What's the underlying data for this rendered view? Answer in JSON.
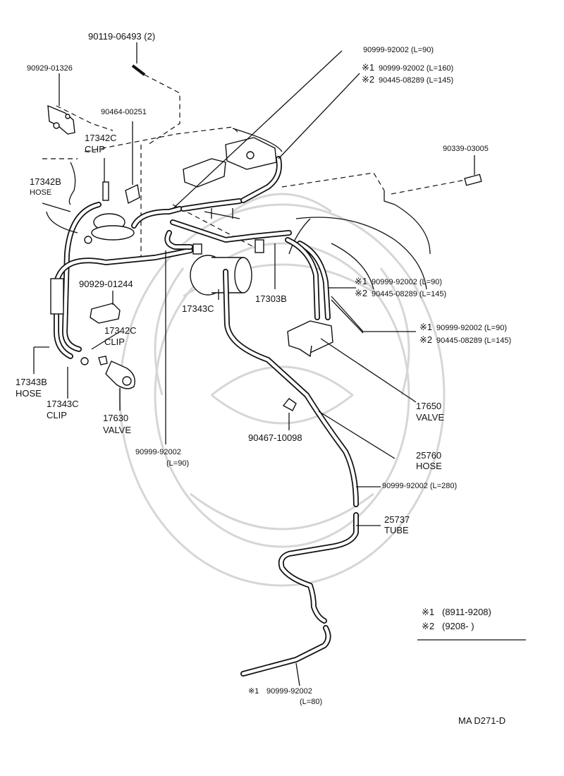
{
  "labels": {
    "bolt": "90119-06493 (2)",
    "hose_top": "90999-92002 (L=90)",
    "hose_top_s1": "90999-92002 (L=160)",
    "hose_top_s2": "90445-08289 (L=145)",
    "bracket": "90929-01326",
    "clip_top_part": "90464-00251",
    "clip_top_no": "17342C",
    "clip_top_name": "CLIP",
    "hose_left_no": "17342B",
    "hose_left_name": "HOSE",
    "plug": "90339-03005",
    "bracket2": "90929-01244",
    "clip_mid_no": "17342C",
    "clip_mid_name": "CLIP",
    "pipe_17343c": "17343C",
    "pipe_17303b": "17303B",
    "mid_s1": "90999-92002 (L=90)",
    "mid_s2": "90445-08289 (L=145)",
    "right_s1": "90999-92002 (L=90)",
    "right_s2": "90445-08289 (L=145)",
    "hose_17343b_no": "17343B",
    "hose_17343b_name": "HOSE",
    "clip_17343c_no": "17343C",
    "clip_17343c_name": "CLIP",
    "valve_17630_no": "17630",
    "valve_17630_name": "VALVE",
    "valve_17650_no": "17650",
    "valve_17650_name": "VALVE",
    "hose_left_bottom": "90999-92002",
    "hose_left_bottom_len": "(L=90)",
    "clamp": "90467-10098",
    "hose_25760_no": "25760",
    "hose_25760_name": "HOSE",
    "hose_l280": "90999-92002 (L=280)",
    "tube_no": "25737",
    "tube_name": "TUBE",
    "bottom_hose": "90999-92002",
    "bottom_hose_len": "(L=80)"
  },
  "markers": {
    "s1": "※1",
    "s2": "※2"
  },
  "legend": {
    "s1_range": "(8911-9208)",
    "s2_range": "(9208-       )"
  },
  "ref_code": "MA D271-D"
}
